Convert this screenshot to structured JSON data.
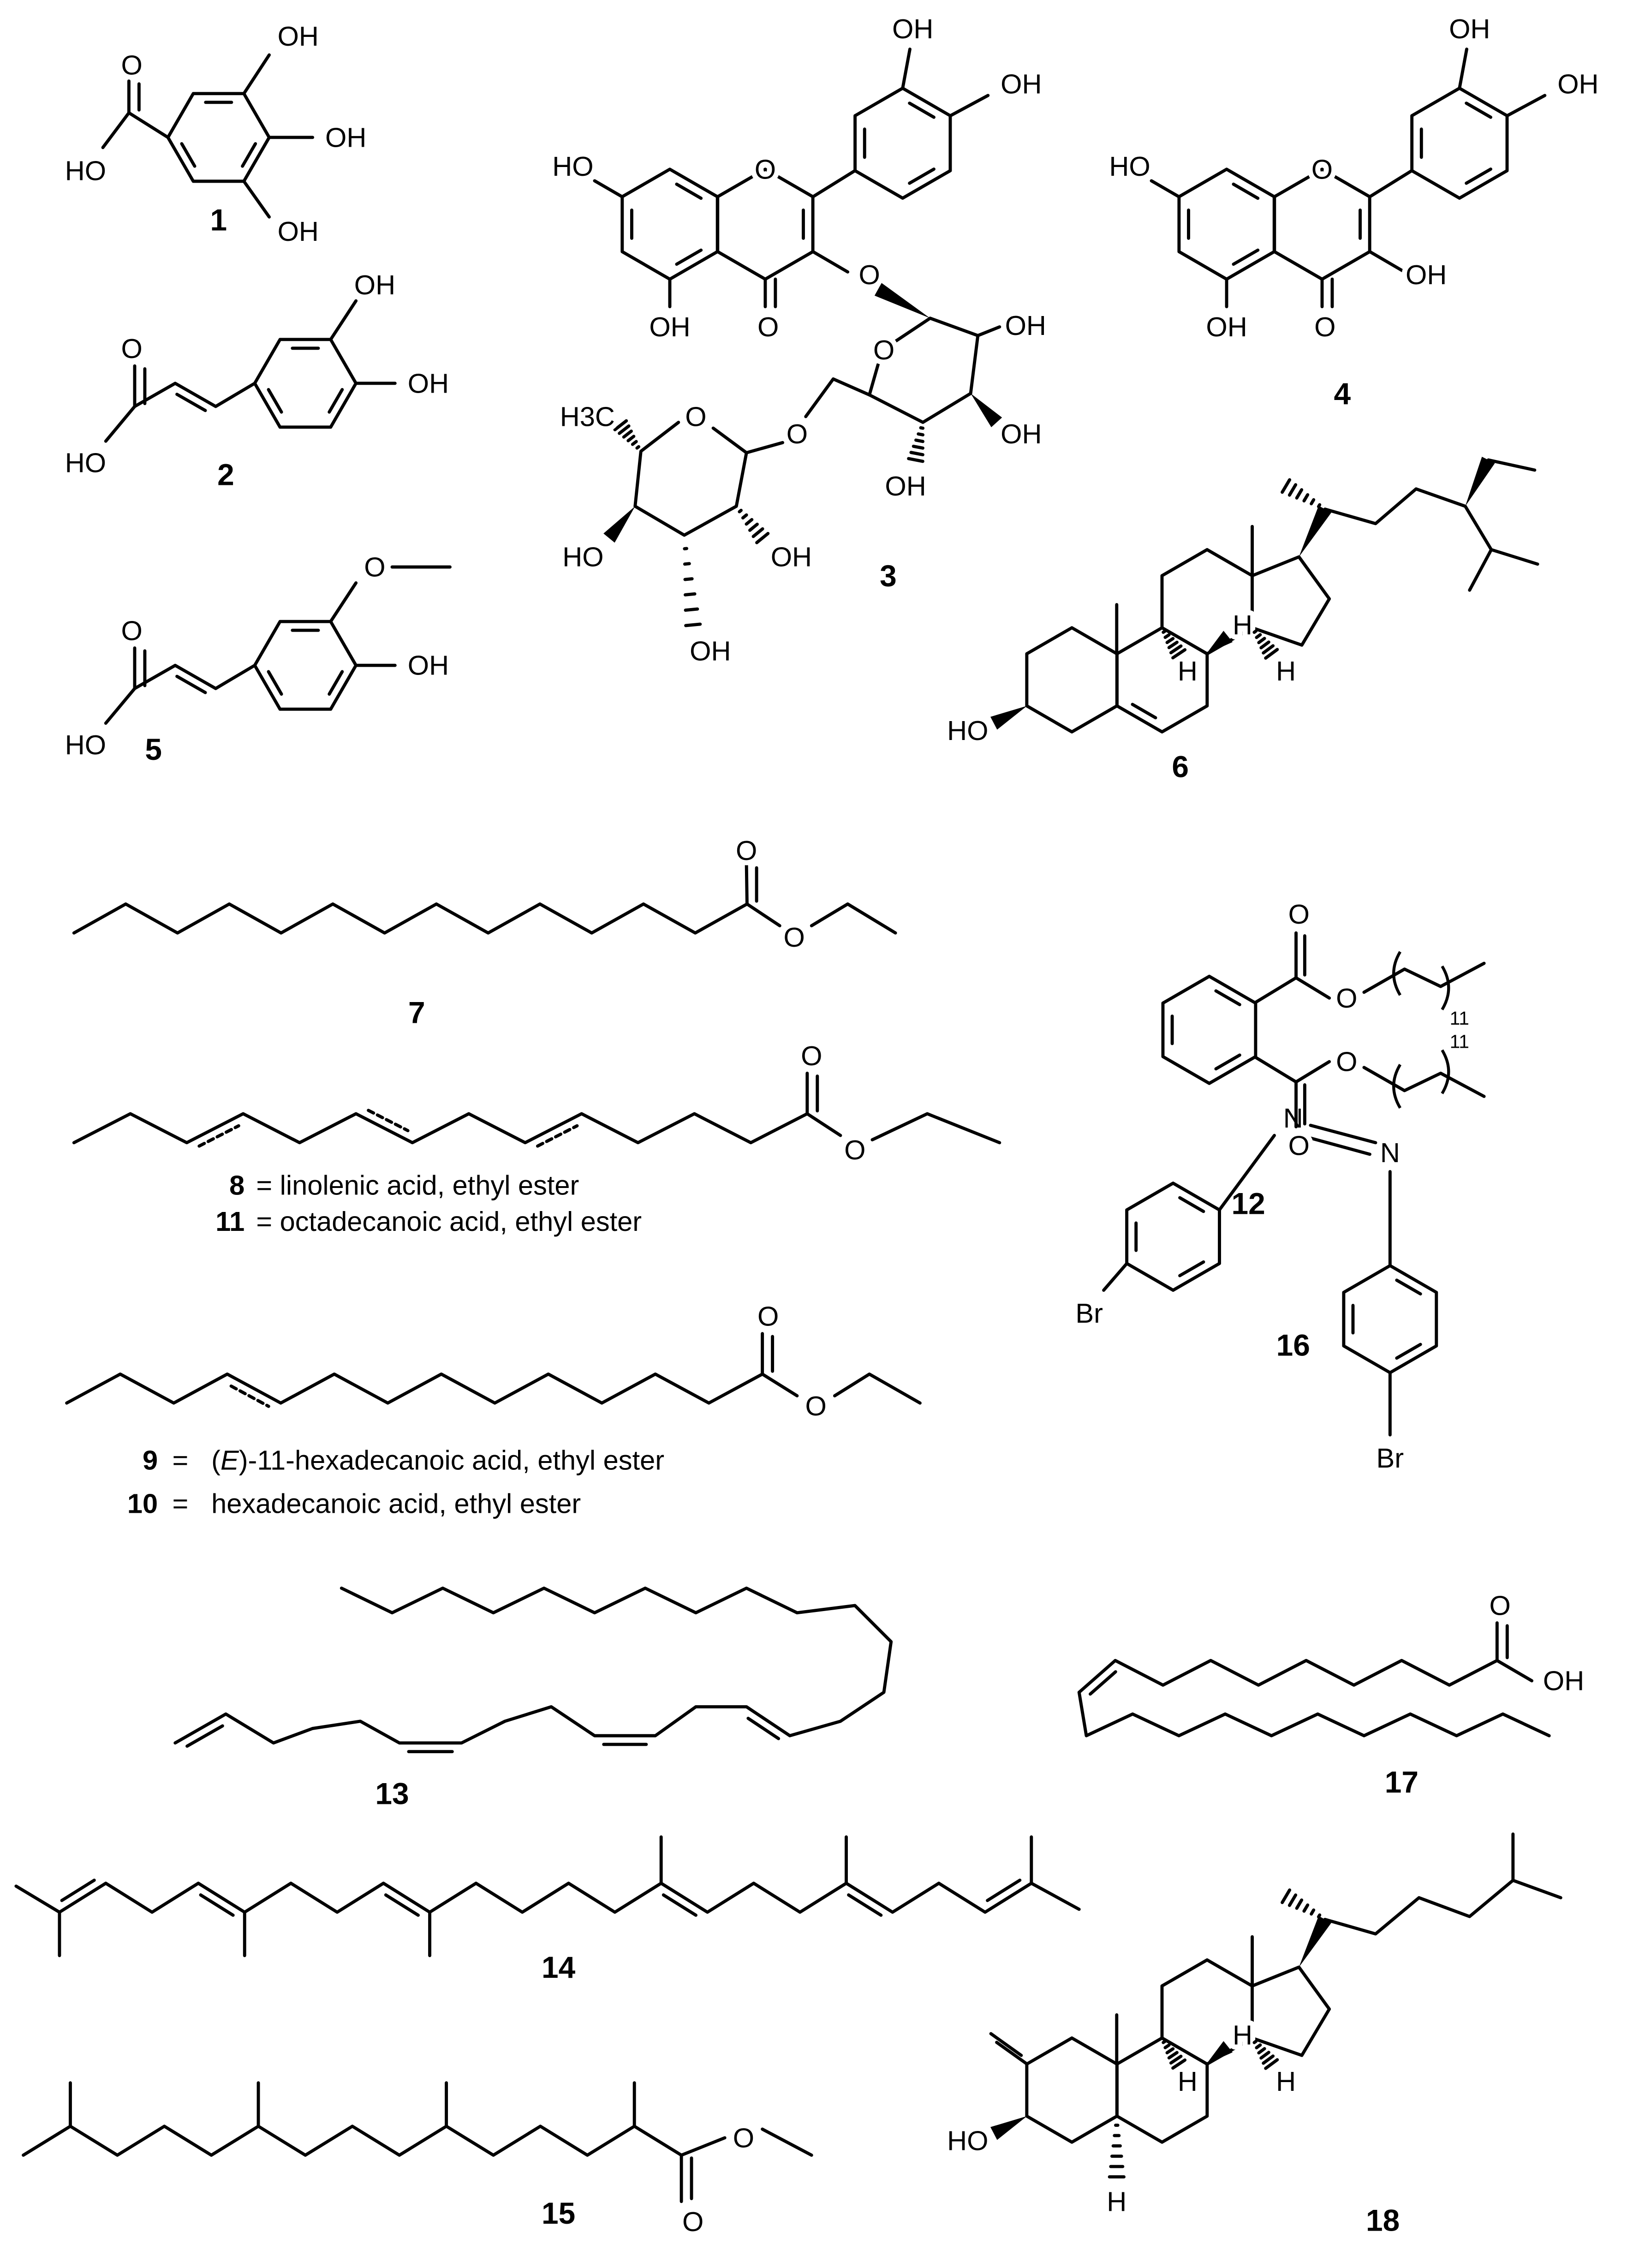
{
  "compounds": {
    "c1": {
      "number": "1",
      "atoms": [
        "O",
        "HO",
        "OH",
        "OH",
        "OH"
      ]
    },
    "c2": {
      "number": "2",
      "atoms": [
        "O",
        "HO",
        "OH",
        "OH"
      ]
    },
    "c3": {
      "number": "3",
      "atoms": [
        "HO",
        "O",
        "OH",
        "OH",
        "OH",
        "O",
        "O",
        "O",
        "OH",
        "OH",
        "OH",
        "O",
        "H3C",
        "O",
        "HO",
        "OH",
        "OH"
      ]
    },
    "c4": {
      "number": "4",
      "atoms": [
        "HO",
        "O",
        "OH",
        "OH",
        "OH",
        "O",
        "OH"
      ]
    },
    "c5": {
      "number": "5",
      "atoms": [
        "O",
        "HO",
        "O",
        "OH"
      ]
    },
    "c6": {
      "number": "6",
      "atoms": [
        "HO",
        "H",
        "H",
        "H"
      ]
    },
    "c7": {
      "number": "7",
      "atoms": [
        "O",
        "O"
      ]
    },
    "c8": {
      "number": "8",
      "atoms": [
        "O",
        "O"
      ]
    },
    "c9": {
      "number": "9",
      "atoms": [
        "O",
        "O"
      ]
    },
    "c12": {
      "number": "12",
      "atoms": [
        "O",
        "O",
        "11",
        "O",
        "O",
        "11"
      ]
    },
    "c13": {
      "number": "13"
    },
    "c14": {
      "number": "14"
    },
    "c15": {
      "number": "15",
      "atoms": [
        "O",
        "O"
      ]
    },
    "c16": {
      "number": "16",
      "atoms": [
        "N",
        "N",
        "Br",
        "Br"
      ]
    },
    "c17": {
      "number": "17",
      "atoms": [
        "O",
        "OH"
      ]
    },
    "c18": {
      "number": "18",
      "atoms": [
        "HO",
        "H",
        "H",
        "H",
        "H"
      ]
    }
  },
  "captions": {
    "c8": {
      "number": "8",
      "text": "= linolenic acid, ethyl ester"
    },
    "c11": {
      "number": "11",
      "text": "= octadecanoic acid, ethyl ester"
    },
    "c9": {
      "number": "9",
      "eq": "=",
      "pre": "(",
      "italic": "E",
      "post": ")-11-hexadecanoic acid, ethyl ester"
    },
    "c10": {
      "number": "10",
      "eq": "=",
      "text": "hexadecanoic acid, ethyl ester"
    }
  }
}
